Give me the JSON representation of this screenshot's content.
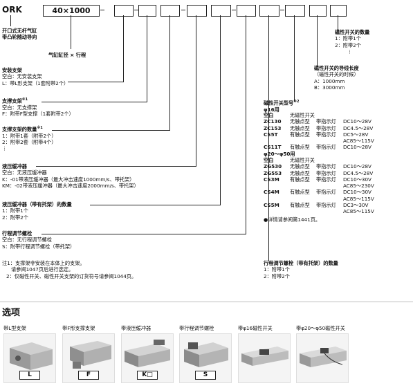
{
  "header": {
    "model": "ORK",
    "bore_stroke": "40×1000",
    "desc1": "开口式无杆气缸",
    "desc2": "带凸轮随动导向",
    "bore_label": "气缸缸径 × 行程"
  },
  "mount": {
    "title": "安装支架",
    "l1": "空白：无安装支架",
    "l2": "L：带L形支架（1套附带2个）"
  },
  "support": {
    "title": "支撑支架",
    "note": "※1",
    "l1": "空白：无支撑架",
    "l2": "F：附带F型支撑（1套附带2个）"
  },
  "support_qty": {
    "title": "支撑支架的数量",
    "note": "※1",
    "l1": "1：附带1套（附带2个）",
    "l2": "2：附带2套（附带4个）",
    "l3": "⋮"
  },
  "cushion": {
    "title": "液压缓冲器",
    "l1": "空白：无液压缓冲器",
    "l2": "K：-01带液压缓冲器（最大冲击速度1000mm/s、带托架）",
    "l3": "KM：-02带液压缓冲器（最大冲击速度2000mm/s、带托架）"
  },
  "cushion_qty": {
    "title": "液压缓冲器（带有托架）的数量",
    "l1": "1：附带1个",
    "l2": "2：附带2个"
  },
  "stroke_bolt": {
    "title": "行程调节螺栓",
    "l1": "空白：无行程调节螺栓",
    "l2": "S：附带行程调节螺栓（带托架）"
  },
  "notes": {
    "n1": "注1：支撑架非安装在本体上的支架。",
    "n1b": "请参阅1047页后进行选定。",
    "n2": "2：仅磁性开关、磁性开关支架的订货符号请参阅1044页。"
  },
  "sw_qty": {
    "title": "磁性开关的数量",
    "l1": "1：附带1个",
    "l2": "2：附带2个",
    "l3": "⋮"
  },
  "lead": {
    "title": "磁性开关的导线长度",
    "sub": "（磁性开关的时候）",
    "l1": "A：1000mm",
    "l2": "B：3000mm"
  },
  "sw_model": {
    "title": "磁性开关型号",
    "note": "※2",
    "g1": "φ16用",
    "g2": "φ20～φ50用",
    "rows16": [
      [
        "空白",
        "无磁性开关",
        "",
        ""
      ],
      [
        "ZC130",
        "无触点型",
        "带指示灯",
        "DC10～28V"
      ],
      [
        "ZC153",
        "无触点型",
        "带指示灯",
        "DC4.5～28V"
      ],
      [
        "CS5T",
        "有触点型",
        "带指示灯",
        "DC5～28V"
      ],
      [
        "",
        "",
        "",
        "AC85～115V"
      ],
      [
        "CS11T",
        "有触点型",
        "带指示灯",
        "DC10～28V"
      ]
    ],
    "rows50": [
      [
        "空白",
        "无磁性开关",
        "",
        ""
      ],
      [
        "ZG530",
        "无触点型",
        "带指示灯",
        "DC10～28V"
      ],
      [
        "ZG553",
        "无触点型",
        "带指示灯",
        "DC4.5～28V"
      ],
      [
        "CS3M",
        "有触点型",
        "带指示灯",
        "DC10～30V"
      ],
      [
        "",
        "",
        "",
        "AC85～230V"
      ],
      [
        "CS4M",
        "有触点型",
        "带指示灯",
        "DC10～30V"
      ],
      [
        "",
        "",
        "",
        "AC85～115V"
      ],
      [
        "CS5M",
        "有触点型",
        "带指示灯",
        "DC3～30V"
      ],
      [
        "",
        "",
        "",
        "AC85～115V"
      ]
    ],
    "ref": "●详情请参阅第1441页。"
  },
  "bolt_qty": {
    "title": "行程调节螺栓（带有托架）的数量",
    "l1": "1：附带1个",
    "l2": "2：附带2个"
  },
  "options": {
    "title": "选项",
    "items": [
      {
        "label": "带L型支架",
        "code": "L"
      },
      {
        "label": "带F形支撑支架",
        "code": "F"
      },
      {
        "label": "带液压缓冲器",
        "code": "K□"
      },
      {
        "label": "带行程调节螺栓",
        "code": "S"
      },
      {
        "label": "带φ16磁性开关",
        "code": ""
      },
      {
        "label": "带φ20～φ50磁性开关",
        "code": ""
      }
    ]
  }
}
